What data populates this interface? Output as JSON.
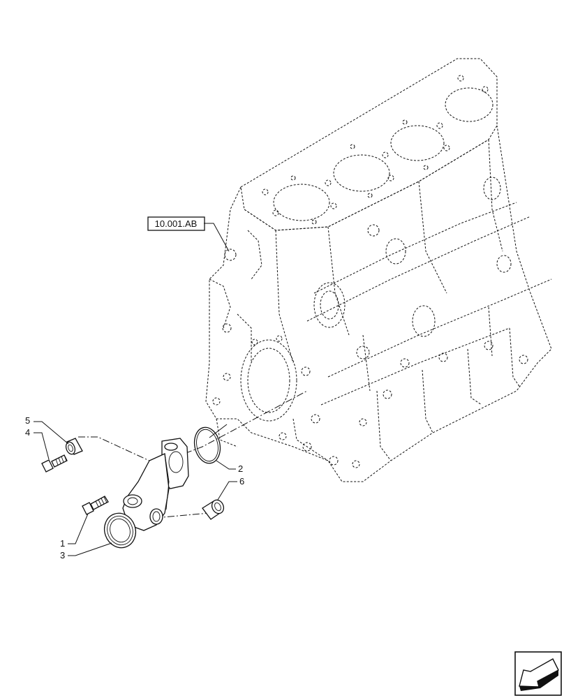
{
  "reference": {
    "label": "10.001.AB"
  },
  "callouts": [
    {
      "id": "5",
      "text": "5"
    },
    {
      "id": "4",
      "text": "4"
    },
    {
      "id": "2",
      "text": "2"
    },
    {
      "id": "6",
      "text": "6"
    },
    {
      "id": "1",
      "text": "1"
    },
    {
      "id": "3",
      "text": "3"
    }
  ],
  "icons": {
    "corner": "next-page-arrow-icon"
  }
}
